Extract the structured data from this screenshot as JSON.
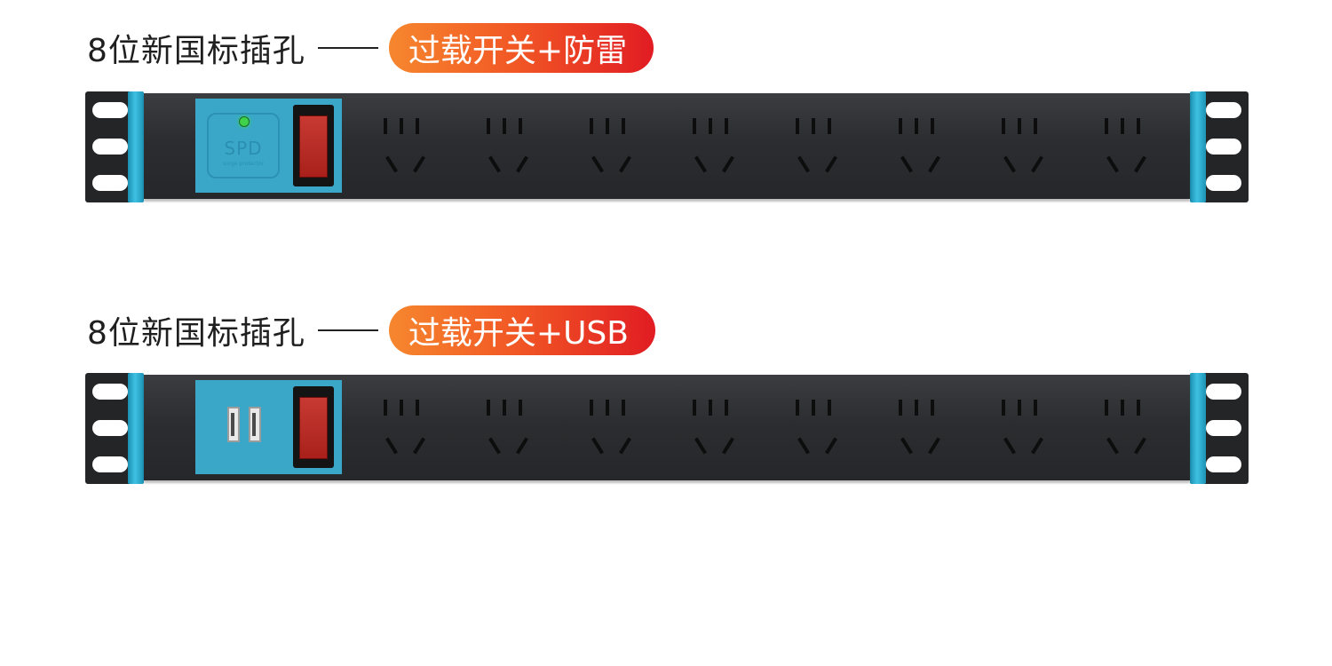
{
  "products": [
    {
      "label": "8位新国标插孔",
      "feature": "过载开关+防雷",
      "module": "spd",
      "module_text": "SPD",
      "module_subtext": "surge protector",
      "outlet_count": 8
    },
    {
      "label": "8位新国标插孔",
      "feature": "过载开关+USB",
      "module": "usb",
      "usb_port_count": 2,
      "outlet_count": 8
    }
  ],
  "colors": {
    "pill_start": "#f6872e",
    "pill_end": "#e11c23",
    "panel": "#3aa7c9",
    "body": "#2b2d30",
    "switch_red": "#c73a33",
    "led_green": "#3fd24b"
  },
  "icons": [
    "spd-led-icon",
    "rocker-switch-icon",
    "usb-port-icon",
    "outlet-icon"
  ]
}
